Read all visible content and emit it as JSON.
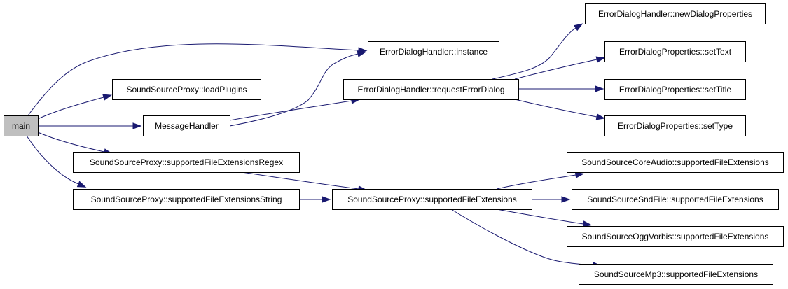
{
  "nodes": [
    {
      "id": "main",
      "label": "main"
    },
    {
      "id": "edh_instance",
      "label": "ErrorDialogHandler::instance"
    },
    {
      "id": "ssp_loadplugins",
      "label": "SoundSourceProxy::loadPlugins"
    },
    {
      "id": "messagehandler",
      "label": "MessageHandler"
    },
    {
      "id": "edh_request",
      "label": "ErrorDialogHandler::requestErrorDialog"
    },
    {
      "id": "edh_newprops",
      "label": "ErrorDialogHandler::newDialogProperties"
    },
    {
      "id": "edp_settext",
      "label": "ErrorDialogProperties::setText"
    },
    {
      "id": "edp_settitle",
      "label": "ErrorDialogProperties::setTitle"
    },
    {
      "id": "edp_settype",
      "label": "ErrorDialogProperties::setType"
    },
    {
      "id": "ssp_regex",
      "label": "SoundSourceProxy::supportedFileExtensionsRegex"
    },
    {
      "id": "ssp_string",
      "label": "SoundSourceProxy::supportedFileExtensionsString"
    },
    {
      "id": "ssp_ext",
      "label": "SoundSourceProxy::supportedFileExtensions"
    },
    {
      "id": "sca_ext",
      "label": "SoundSourceCoreAudio::supportedFileExtensions"
    },
    {
      "id": "ssf_ext",
      "label": "SoundSourceSndFile::supportedFileExtensions"
    },
    {
      "id": "sov_ext",
      "label": "SoundSourceOggVorbis::supportedFileExtensions"
    },
    {
      "id": "smp3_ext",
      "label": "SoundSourceMp3::supportedFileExtensions"
    }
  ],
  "edges": [
    {
      "from": "main",
      "to": "edh_instance"
    },
    {
      "from": "main",
      "to": "ssp_loadplugins"
    },
    {
      "from": "main",
      "to": "messagehandler"
    },
    {
      "from": "main",
      "to": "ssp_regex"
    },
    {
      "from": "main",
      "to": "ssp_string"
    },
    {
      "from": "messagehandler",
      "to": "edh_instance"
    },
    {
      "from": "messagehandler",
      "to": "edh_request"
    },
    {
      "from": "edh_request",
      "to": "edh_newprops"
    },
    {
      "from": "edh_request",
      "to": "edp_settext"
    },
    {
      "from": "edh_request",
      "to": "edp_settitle"
    },
    {
      "from": "edh_request",
      "to": "edp_settype"
    },
    {
      "from": "ssp_regex",
      "to": "ssp_ext"
    },
    {
      "from": "ssp_string",
      "to": "ssp_ext"
    },
    {
      "from": "ssp_ext",
      "to": "sca_ext"
    },
    {
      "from": "ssp_ext",
      "to": "ssf_ext"
    },
    {
      "from": "ssp_ext",
      "to": "sov_ext"
    },
    {
      "from": "ssp_ext",
      "to": "smp3_ext"
    }
  ],
  "colors": {
    "edge": "#191970",
    "root_fill": "#bfbfbf",
    "node_fill": "#ffffff",
    "border": "#000000"
  }
}
